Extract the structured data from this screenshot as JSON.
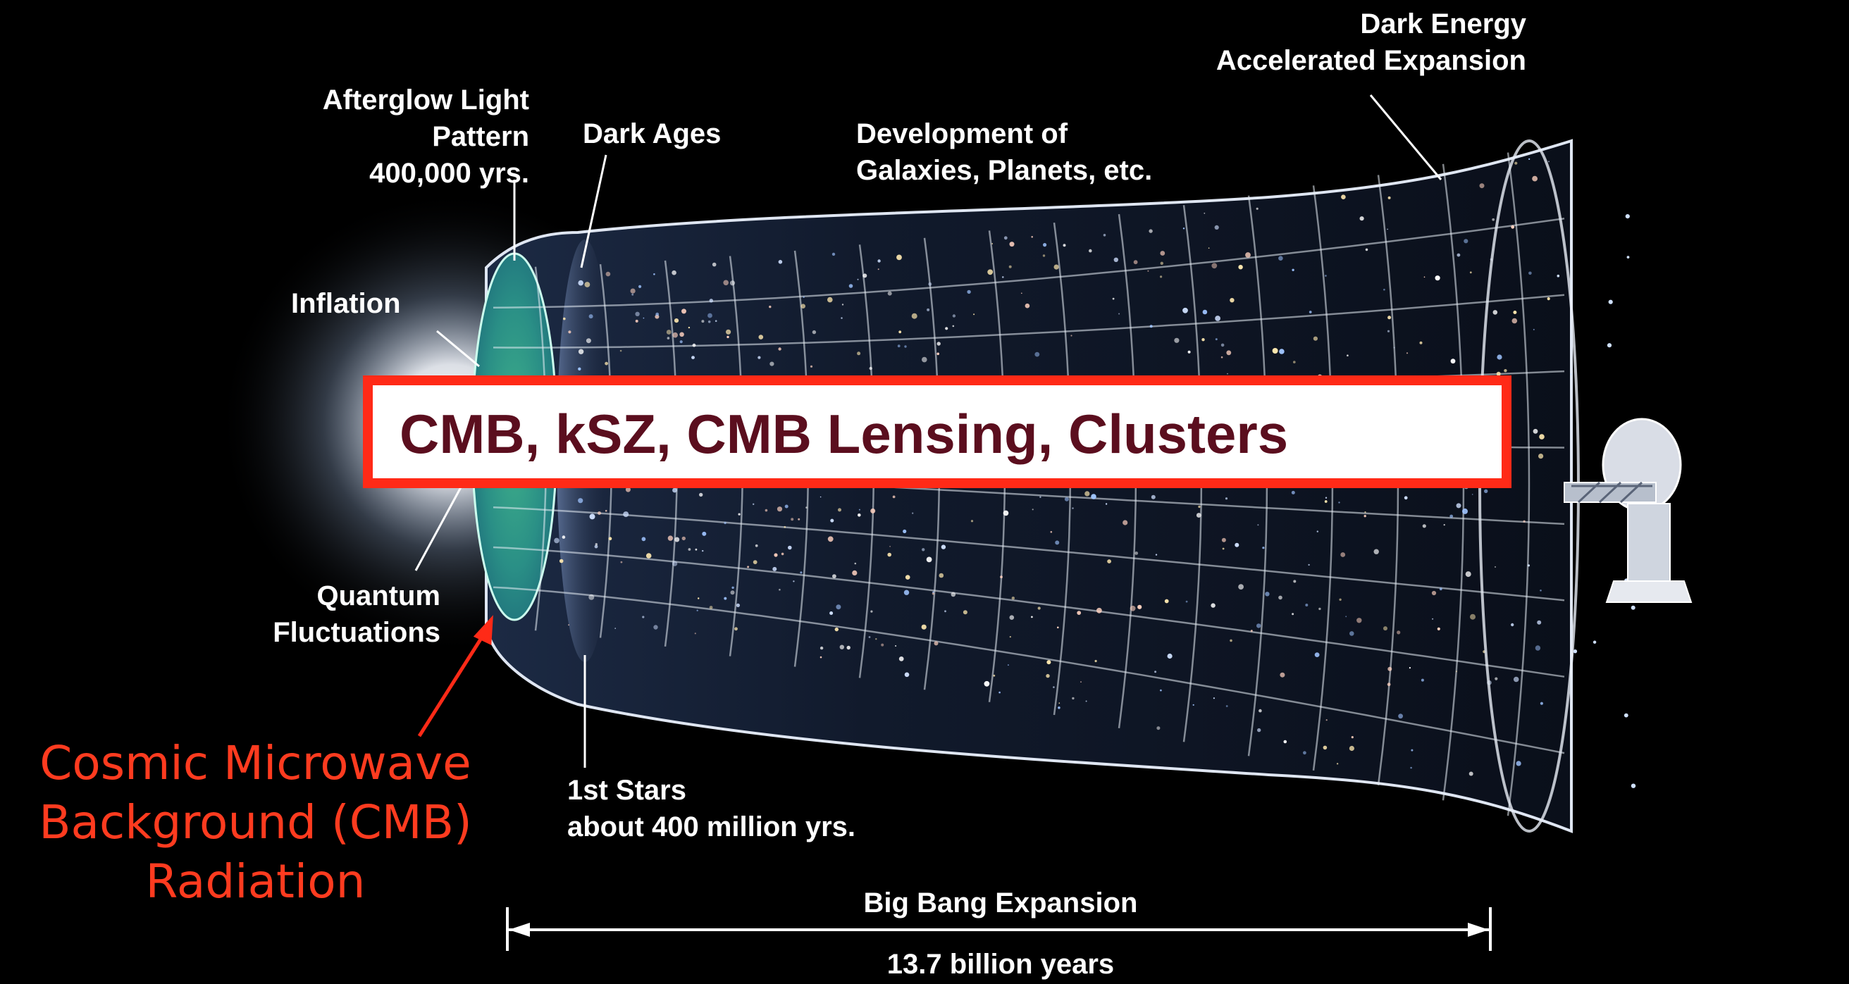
{
  "labels": {
    "dark_energy": [
      "Dark Energy",
      "Accelerated Expansion"
    ],
    "afterglow": [
      "Afterglow Light",
      "Pattern",
      "400,000 yrs."
    ],
    "dark_ages": "Dark Ages",
    "development": [
      "Development of",
      "Galaxies, Planets, etc."
    ],
    "inflation": "Inflation",
    "quantum": [
      "Quantum",
      "Fluctuations"
    ],
    "first_stars": [
      "1st Stars",
      "about 400 million yrs."
    ],
    "big_bang_expansion": "Big Bang Expansion",
    "age": "13.7 billion years"
  },
  "cmb_annotation": [
    "Cosmic Microwave",
    "Background (CMB)",
    "Radiation"
  ],
  "banner": {
    "text": "CMB, kSZ, CMB Lensing, Clusters"
  },
  "colors": {
    "background": "#000000",
    "annotation_red": "#ff3b1f",
    "banner_border": "#ff2a17",
    "banner_text": "#5b0e1e",
    "cmb_surface": "#2f9a7a",
    "grid": "#e8eef6"
  }
}
